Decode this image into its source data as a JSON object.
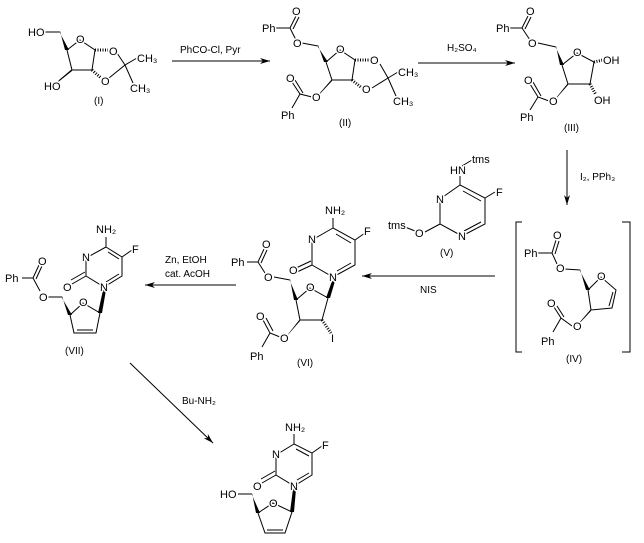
{
  "atoms": {
    "O": "O",
    "Ph": "Ph",
    "HO": "HO",
    "OH": "OH",
    "CH3": "CH₃",
    "N": "N",
    "NH2": "NH₂",
    "F": "F",
    "I": "I",
    "HN": "HN",
    "tms": "tms"
  },
  "compounds": {
    "c1": "(I)",
    "c2": "(II)",
    "c3": "(III)",
    "c4": "(IV)",
    "c5": "(V)",
    "c6": "(VI)",
    "c7": "(VII)"
  },
  "reagents": {
    "step1": "PhCO-Cl, Pyr",
    "step2": "H₂SO₄",
    "step3": "I₂, PPh₃",
    "step4": "NIS",
    "step5_line1": "Zn, EtOH",
    "step5_line2": "cat. AcOH",
    "step6": "Bu-NH₂"
  }
}
